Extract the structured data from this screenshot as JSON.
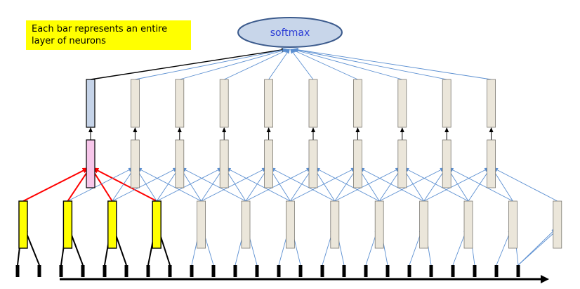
{
  "note": {
    "line1": "Each bar represents an entire",
    "line2": "layer of neurons",
    "background": "#ffff00"
  },
  "softmax": {
    "label": "softmax",
    "fill": "#c8d6ea",
    "stroke": "#3b5a8c",
    "text_color": "#2b3cd6"
  },
  "colors": {
    "neutral_bar": "#ebe6da",
    "bar_stroke": "#7a7770",
    "active_bar": "#f7c6ea",
    "selected_bar": "#c5d3e8",
    "input_bar": "#ffff00",
    "blue_edge": "#5b8fd1",
    "red_edge": "#ff0000",
    "black_edge": "#000000",
    "token": "#000000"
  },
  "layers": {
    "input_tokens": 24,
    "conv_units": 13,
    "pooled_units": 10,
    "highlighted_conv_units": 4,
    "highlighted_pool_unit": 1
  },
  "axis": {
    "arrow": true
  }
}
